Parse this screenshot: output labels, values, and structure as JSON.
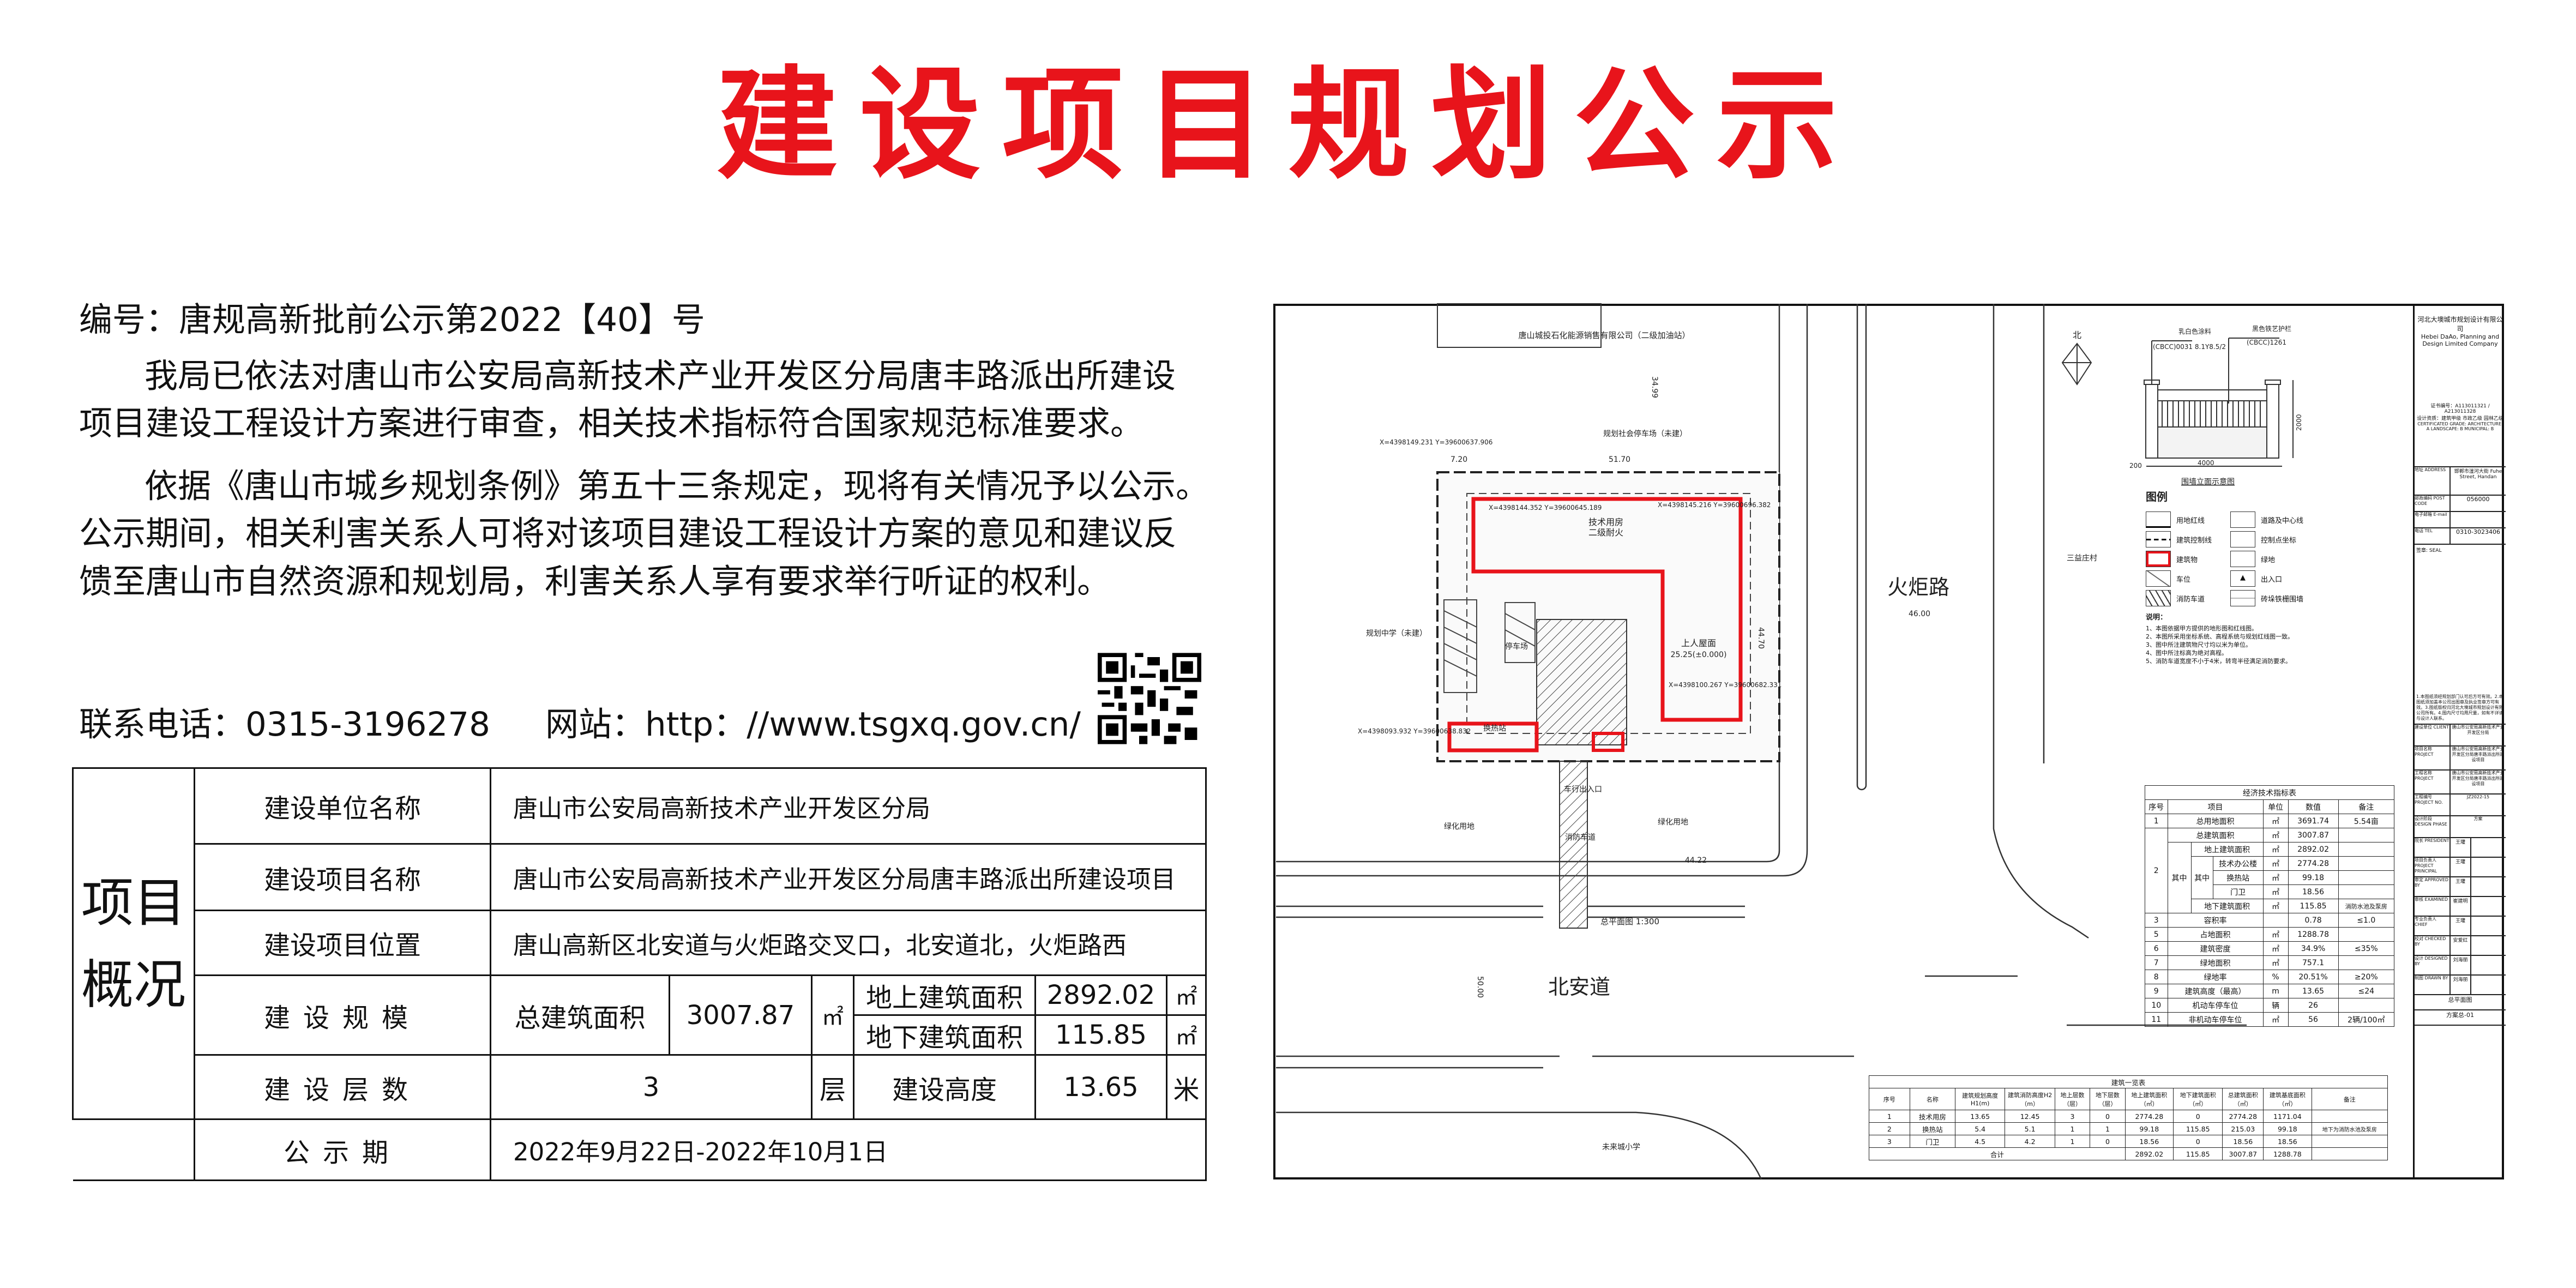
{
  "title": "建设项目规划公示",
  "notice": {
    "number": "编号：唐规高新批前公示第2022【40】号",
    "para1": [
      "我局已依法对唐山市公安局高新技术产业开发区分局唐丰路派出所建设",
      "项目建设工程设计方案进行审查，相关技术指标符合国家规范标准要求。"
    ],
    "para2": [
      "依据《唐山市城乡规划条例》第五十三条规定，现将有关情况予以公示。",
      "公示期间，相关利害关系人可将对该项目建设工程设计方案的意见和建议反",
      "馈至唐山市自然资源和规划局，利害关系人享有要求举行听证的权利。"
    ],
    "phone": "联系电话：0315-3196278",
    "website": "网站：http：//www.tsgxq.gov.cn/"
  },
  "overview": {
    "side_label": "项目概况",
    "unit_label": "建设单位名称",
    "unit_value": "唐山市公安局高新技术产业开发区分局",
    "project_label": "建设项目名称",
    "project_value": "唐山市公安局高新技术产业开发区分局唐丰路派出所建设项目",
    "location_label": "建设项目位置",
    "location_value": "唐山高新区北安道与火炬路交叉口，北安道北，火炬路西",
    "scale_label": "建设规模",
    "total_area_label": "总建筑面积",
    "total_area": "3007.87",
    "sqm": "㎡",
    "above_label": "地上建筑面积",
    "above_area": "2892.02",
    "below_label": "地下建筑面积",
    "below_area": "115.85",
    "floors_label": "建设层数",
    "floors": "3",
    "floors_unit": "层",
    "height_label": "建设高度",
    "height": "13.65",
    "height_unit": "米",
    "period_label": "公示期",
    "period": "2022年9月22日-2022年10月1日"
  },
  "drawing": {
    "plan_title": "总平面图 1:300",
    "labels": {
      "road_east": "火炬路",
      "road_south": "北安道",
      "village": "三益庄村",
      "school_south": "未来城小学",
      "gas_station": "唐山城投石化能源销售有限公司（二级加油站）",
      "parking_planned": "规划社会停车场（未建）",
      "school_planned": "规划中学（未建）",
      "green_land": "绿化用地",
      "green_land2": "绿化用地",
      "main_building": "技术用房",
      "fire_rating": "二级耐火",
      "roof": "上人屋面",
      "roof_elev": "25.25(±0.000)",
      "heat_station": "换热站",
      "fire_lane": "消防车道",
      "vehicle_entry": "车行出入口",
      "parking": "停车场",
      "north": "北",
      "dim_top": "51.70",
      "dim_west": "7.20",
      "dim_h": "44.70",
      "dim_road": "46.00",
      "dim_south": "44.22",
      "dim_n": "34.99",
      "dim_s": "50.00",
      "coord1": "X=4398149.231 Y=39600637.906",
      "coord2": "X=4398144.352 Y=39600645.189",
      "coord3": "X=4398145.216 Y=39600696.382",
      "coord4": "X=4398100.267 Y=39600682.331",
      "coord5": "X=4398093.932 Y=39600638.832"
    },
    "fence": {
      "title": "围墙立面示意图",
      "note1": "乳白色涂料",
      "note1_code": "(CBCC)0031 8.1Y8.5/2",
      "note2": "黑色铁艺护栏",
      "note2_code": "(CBCC)1261",
      "dim_width": "4000",
      "dim_height": "2000",
      "dim_side": "200"
    },
    "legend": {
      "title": "图例",
      "items": [
        "用地红线",
        "道路及中心线",
        "建筑控制线",
        "控制点坐标",
        "建筑物",
        "绿地",
        "车位",
        "出入口",
        "消防车道",
        "砖垛铁栅围墙"
      ]
    },
    "notes": {
      "title": "说明：",
      "lines": [
        "1、本图依据甲方提供的地形图和红线图。",
        "2、本图所采用坐标系统、高程系统与规划红线图一致。",
        "3、图中所注建筑物尺寸均以米为单位。",
        "4、图中所注标高为绝对高程。",
        "5、消防车道宽度不小于4米，转弯半径满足消防要求。"
      ]
    },
    "econ_table": {
      "title": "经济技术指标表",
      "headers": [
        "序号",
        "项目",
        "单位",
        "数值",
        "备注"
      ],
      "qizhong": "其中",
      "rows": [
        {
          "no": "1",
          "item": "总用地面积",
          "unit": "㎡",
          "value": "3691.74",
          "note": "5.54亩"
        },
        {
          "no": "2",
          "item": "总建筑面积",
          "unit": "㎡",
          "value": "3007.87",
          "note": ""
        },
        {
          "item": "地上建筑面积",
          "unit": "㎡",
          "value": "2892.02",
          "note": ""
        },
        {
          "item": "技术办公楼",
          "unit": "㎡",
          "value": "2774.28",
          "note": ""
        },
        {
          "item": "换热站",
          "unit": "㎡",
          "value": "99.18",
          "note": ""
        },
        {
          "item": "门卫",
          "unit": "㎡",
          "value": "18.56",
          "note": ""
        },
        {
          "item": "地下建筑面积",
          "unit": "㎡",
          "value": "115.85",
          "note": "消防水池及泵房"
        },
        {
          "no": "3",
          "item": "容积率",
          "unit": "",
          "value": "0.78",
          "note": "≤1.0"
        },
        {
          "no": "5",
          "item": "占地面积",
          "unit": "㎡",
          "value": "1288.78",
          "note": ""
        },
        {
          "no": "6",
          "item": "建筑密度",
          "unit": "㎡",
          "value": "34.9%",
          "note": "≤35%"
        },
        {
          "no": "7",
          "item": "绿地面积",
          "unit": "㎡",
          "value": "757.1",
          "note": ""
        },
        {
          "no": "8",
          "item": "绿地率",
          "unit": "%",
          "value": "20.51%",
          "note": "≥20%"
        },
        {
          "no": "9",
          "item": "建筑高度（最高）",
          "unit": "m",
          "value": "13.65",
          "note": "≤24"
        },
        {
          "no": "10",
          "item": "机动车停车位",
          "unit": "辆",
          "value": "26",
          "note": ""
        },
        {
          "no": "11",
          "item": "非机动车停车位",
          "unit": "㎡",
          "value": "56",
          "note": "2辆/100㎡"
        }
      ]
    },
    "building_table": {
      "title": "建筑一览表",
      "headers": [
        "序号",
        "名称",
        "建筑规划高度H1(m)",
        "建筑消防高度H2（m）",
        "地上层数（层）",
        "地下层数（层）",
        "地上建筑面积（㎡）",
        "地下建筑面积（㎡）",
        "总建筑面积（㎡）",
        "建筑基底面积（㎡）",
        "备注"
      ],
      "rows": [
        [
          "1",
          "技术用房",
          "13.65",
          "12.45",
          "3",
          "0",
          "2774.28",
          "0",
          "2774.28",
          "1171.04",
          ""
        ],
        [
          "2",
          "换热站",
          "5.4",
          "5.1",
          "1",
          "1",
          "99.18",
          "115.85",
          "215.03",
          "99.18",
          "地下为消防水池及泵房"
        ],
        [
          "3",
          "门卫",
          "4.5",
          "4.2",
          "1",
          "0",
          "18.56",
          "0",
          "18.56",
          "18.56",
          ""
        ]
      ],
      "total_label": "合计",
      "total": [
        "2892.02",
        "115.85",
        "3007.87",
        "1288.78",
        ""
      ]
    },
    "title_block": {
      "company_cn": "河北大墺城市规划设计有限公司",
      "company_en": "Hebei DaAo, Planning and Design Limited Company",
      "cert1": "证书编号：A113011321 / A213011328",
      "cert2": "设计资质：建筑甲级 市政乙级 园林乙级",
      "cert3": "CERTIFICATED GRADE: ARCHITECTURE: A LANDSCAPE: B MUNICIPAL: B",
      "address_label": "地址 ADDRESS",
      "address": "邯郸市滏河大街 Fuhe Street, Handan",
      "post_label": "邮政编码 POST CODE",
      "post": "056000",
      "email_label": "电子邮箱 E-mail",
      "tel_label": "电话 TEL",
      "tel": "0310-3023406",
      "seal_label": "签章: SEAL",
      "disclaimer": "1.本图纸须经规划部门认可后方可有效。2.本图纸须加盖本公司出图章及执业签章方可有效。3.图纸版权归河北大墺城市规划设计有限公司所有。4.图内尺寸均用尺量，如有不详请与设计人联系。",
      "client_label": "建设单位 CLIENT",
      "client": "唐山市公安局高新技术产业开发区分局",
      "project_label": "项目名称 PROJECT",
      "project": "唐山市公安局高新技术产业开发区分局唐丰路派出所建设项目",
      "eng_label": "工程名称 PROJECT",
      "eng": "唐山市公安局高新技术产业开发区分局唐丰路派出所建设项目",
      "no_label": "工程编号 PROJECT NO.",
      "no": "JZ2022-15",
      "phase_label": "设计阶段 DESIGN PHASE",
      "phase": "方案",
      "signers": [
        {
          "role": "院长 PRESIDENT",
          "name": "王瓘"
        },
        {
          "role": "项目负责人 PROJECT PRINCIPAL",
          "name": "王瓘"
        },
        {
          "role": "审定 APPROVED BY",
          "name": "王瓘"
        },
        {
          "role": "审核 EXAMINED",
          "name": "崔建明"
        },
        {
          "role": "专业负责人 CHIEF",
          "name": "王瓘"
        },
        {
          "role": "校对 CHECKED BY",
          "name": "安爱红"
        },
        {
          "role": "设计 DESIGNED BY",
          "name": "刘海丽"
        },
        {
          "role": "制图 DRAWN BY",
          "name": "刘海丽"
        }
      ],
      "sheet_label": "总平面图",
      "sheet_no": "方案总-01"
    }
  },
  "colors": {
    "title_red": "#e8141b",
    "building_red": "#e8141b"
  }
}
